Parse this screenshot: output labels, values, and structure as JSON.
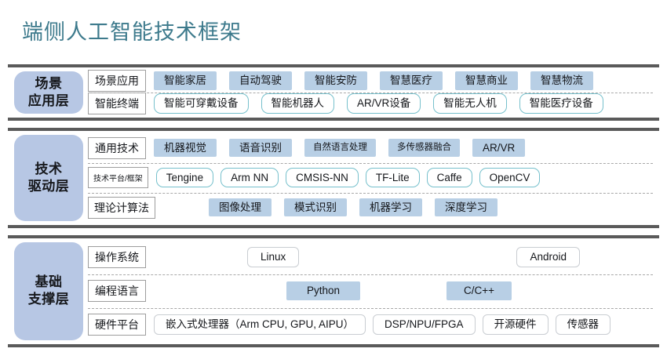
{
  "title": "端侧人工智能技术框架",
  "colors": {
    "title": "#3d7a8c",
    "layer_label_bg": "#b7c7e4",
    "chip_fill": "#b8cfe5",
    "chip_teal_border": "#76c0cc",
    "chip_gray_border": "#c9cdd2",
    "rule": "#5a5a5a"
  },
  "layers": [
    {
      "id": "scene",
      "label": "场景\n应用层",
      "label_line1": "场景",
      "label_line2": "应用层",
      "rows": [
        {
          "label": "场景应用",
          "style": "fill",
          "items": [
            "智能家居",
            "自动驾驶",
            "智能安防",
            "智慧医疗",
            "智慧商业",
            "智慧物流"
          ]
        },
        {
          "label": "智能终端",
          "style": "teal",
          "items": [
            "智能可穿戴设备",
            "智能机器人",
            "AR/VR设备",
            "智能无人机",
            "智能医疗设备"
          ]
        }
      ]
    },
    {
      "id": "tech",
      "label_line1": "技术",
      "label_line2": "驱动层",
      "rows": [
        {
          "label": "通用技术",
          "style": "fill",
          "items": [
            "机器视觉",
            "语音识别",
            "自然语言处理",
            "多传感器融合",
            "AR/VR"
          ]
        },
        {
          "label": "技术平台/框架",
          "style": "teal",
          "items": [
            "Tengine",
            "Arm NN",
            "CMSIS-NN",
            "TF-Lite",
            "Caffe",
            "OpenCV"
          ]
        },
        {
          "label": "理论计算法",
          "style": "fill",
          "items": [
            "图像处理",
            "模式识别",
            "机器学习",
            "深度学习"
          ]
        }
      ]
    },
    {
      "id": "base",
      "label_line1": "基础",
      "label_line2": "支撑层",
      "rows": [
        {
          "label": "操作系统",
          "style": "gray",
          "items": [
            "Linux",
            "Android"
          ]
        },
        {
          "label": "编程语言",
          "style": "fill",
          "items": [
            "Python",
            "C/C++"
          ]
        },
        {
          "label": "硬件平台",
          "style": "gray",
          "items": [
            "嵌入式处理器（Arm CPU, GPU, AIPU）",
            "DSP/NPU/FPGA",
            "开源硬件",
            "传感器"
          ]
        }
      ]
    }
  ]
}
